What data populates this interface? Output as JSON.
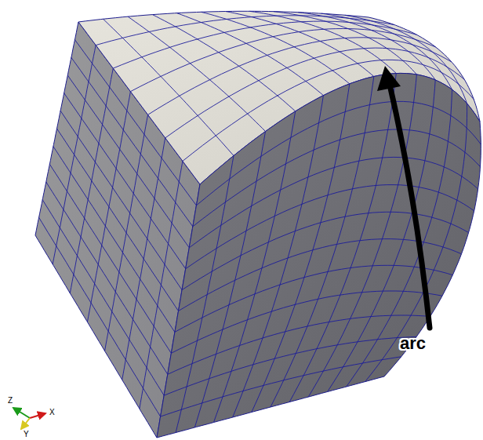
{
  "diagram": {
    "labels": [
      "arc",
      "Z",
      "X",
      "Y"
    ]
  }
}
